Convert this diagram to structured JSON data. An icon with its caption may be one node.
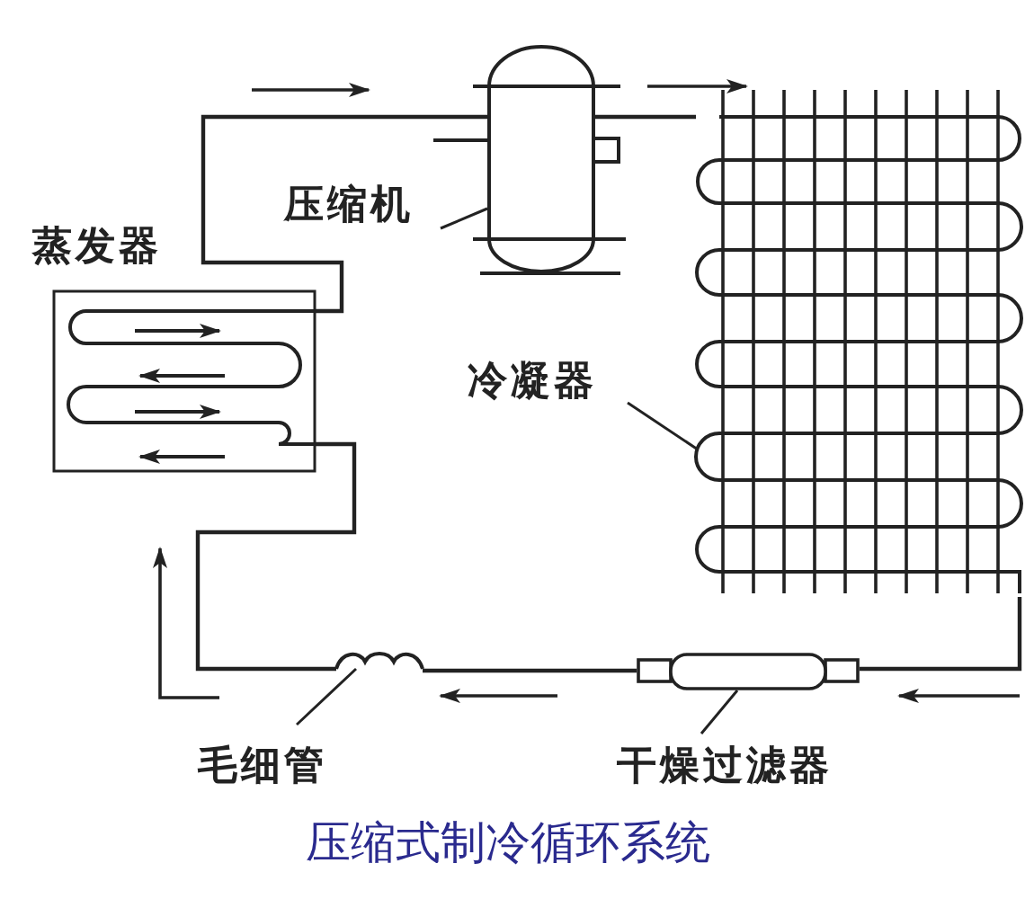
{
  "diagram": {
    "caption": "压缩式制冷循环系统",
    "nodes": [
      {
        "text": [
          "蒸发器"
        ]
      },
      {
        "text": [
          "压缩机"
        ]
      },
      {
        "text": [],
        "shape": "picture"
      },
      {
        "text": [
          "冷凝器"
        ]
      },
      {
        "text": [],
        "shape": "picture"
      },
      {
        "text": [],
        "shape": "cylinder"
      },
      {
        "text": [
          "干燥过滤器"
        ]
      },
      {
        "text": [],
        "shape": "picture"
      },
      {
        "text": [
          "毛细管"
        ]
      }
    ],
    "edges": [
      {
        "from": 0,
        "to": 2,
        "arrow": "none"
      },
      {
        "from": 2,
        "to": 4,
        "arrow": "none"
      },
      {
        "from": 4,
        "to": 5,
        "arrow": "none"
      },
      {
        "from": 5,
        "to": 7,
        "arrow": "none"
      },
      {
        "from": 7,
        "to": 0,
        "arrow": "none"
      },
      {
        "from": 1,
        "to": 2,
        "arrow": "none"
      },
      {
        "from": 3,
        "to": 4,
        "arrow": "none"
      },
      {
        "from": 6,
        "to": 5,
        "arrow": "none"
      },
      {
        "from": 8,
        "to": 7,
        "arrow": "none"
      }
    ]
  }
}
